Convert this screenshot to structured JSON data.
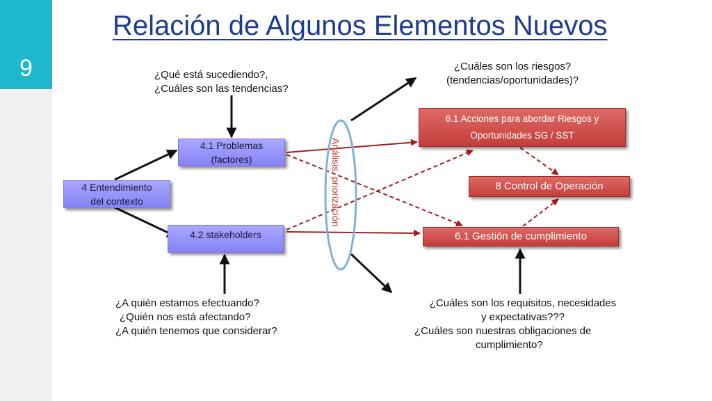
{
  "slide": {
    "number": "9",
    "title": "Relación de Algunos Elementos Nuevos"
  },
  "boxes": {
    "context": "4 Entendimiento del contexto",
    "problems": "4.1 Problemas (factores)",
    "stakeholders": "4.2 stakeholders",
    "actions": "6.1 Acciones para abordar Riesgos y Oportunidades  SG / SST",
    "control": "8 Control de Operación",
    "compliance": "6.1 Gestión de cumplimiento"
  },
  "questions": {
    "top_left": [
      "¿Qué está sucediendo?,",
      "¿Cuáles son las tendencias?"
    ],
    "top_right": [
      "¿Cuáles son los riesgos?",
      "(tendencias/oportunidades)?"
    ],
    "bottom_left": [
      "¿A quién estamos efectuando?",
      "¿Quién nos está afectando?",
      "¿A quién tenemos que considerar?"
    ],
    "bottom_right": [
      "¿Cuáles son los requisitos, necesidades",
      "y expectativas???",
      "¿Cuáles son nuestras obligaciones de",
      "cumplimiento?"
    ]
  },
  "center_label": "Análisis, priorización",
  "colors": {
    "accent": "#1fb7cd",
    "title": "#1d3c8f",
    "blue_box": "#8682f5",
    "red_box": "#c43e3b",
    "arrow_red": "#a31d1d",
    "ellipse": "#7fb2d9"
  }
}
